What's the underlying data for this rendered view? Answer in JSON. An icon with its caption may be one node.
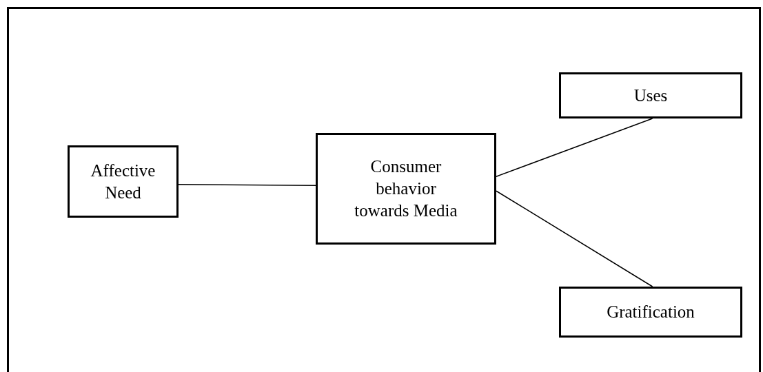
{
  "diagram": {
    "nodes": [
      {
        "text": [
          "Affective Need"
        ]
      },
      {
        "text": [
          "Consumer behavior towards Media"
        ]
      },
      {
        "text": [
          "Uses"
        ]
      },
      {
        "text": [
          "Gratification"
        ]
      }
    ],
    "edges": [
      {
        "from": 0,
        "to": 1,
        "arrow": "none"
      },
      {
        "from": 1,
        "to": 2,
        "arrow": "none"
      },
      {
        "from": 1,
        "to": 3,
        "arrow": "none"
      }
    ]
  }
}
